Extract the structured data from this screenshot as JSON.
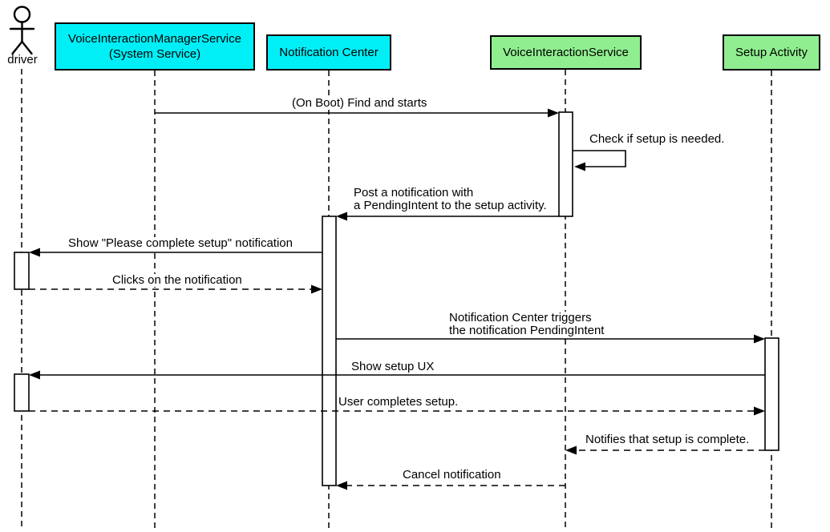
{
  "colors": {
    "participant_cyan": "#00EFF7",
    "participant_green": "#90EE90",
    "stroke": "#000000",
    "background": "#FFFFFF"
  },
  "actor": {
    "label": "driver"
  },
  "participants": [
    {
      "id": "voice-interaction-manager-service",
      "fill": "cyan",
      "lines": [
        "VoiceInteractionManagerService",
        "(System Service)"
      ]
    },
    {
      "id": "notification-center",
      "fill": "cyan",
      "lines": [
        "Notification Center"
      ]
    },
    {
      "id": "voice-interaction-service",
      "fill": "green",
      "lines": [
        "VoiceInteractionService"
      ]
    },
    {
      "id": "setup-activity",
      "fill": "green",
      "lines": [
        "Setup Activity"
      ]
    }
  ],
  "messages": [
    {
      "from": "VoiceInteractionManagerService",
      "to": "VoiceInteractionService",
      "style": "solid",
      "label": "(On Boot) Find and starts"
    },
    {
      "from": "VoiceInteractionService",
      "to": "VoiceInteractionService",
      "style": "solid",
      "label": "Check if setup is needed."
    },
    {
      "from": "VoiceInteractionService",
      "to": "Notification Center",
      "style": "solid",
      "label_lines": [
        "Post a notification with",
        "a PendingIntent to the setup activity."
      ]
    },
    {
      "from": "Notification Center",
      "to": "driver",
      "style": "solid",
      "label": "Show \"Please complete setup\" notification"
    },
    {
      "from": "driver",
      "to": "Notification Center",
      "style": "dashed",
      "label": "Clicks on the notification"
    },
    {
      "from": "Notification Center",
      "to": "Setup Activity",
      "style": "solid",
      "label_lines": [
        "Notification Center triggers",
        "the notification PendingIntent"
      ]
    },
    {
      "from": "Setup Activity",
      "to": "driver",
      "style": "solid",
      "label": "Show setup UX"
    },
    {
      "from": "driver",
      "to": "Setup Activity",
      "style": "dashed",
      "label": "User completes setup."
    },
    {
      "from": "Setup Activity",
      "to": "VoiceInteractionService",
      "style": "dashed",
      "label": "Notifies that setup is complete."
    },
    {
      "from": "VoiceInteractionService",
      "to": "Notification Center",
      "style": "dashed",
      "label": "Cancel notification"
    }
  ]
}
